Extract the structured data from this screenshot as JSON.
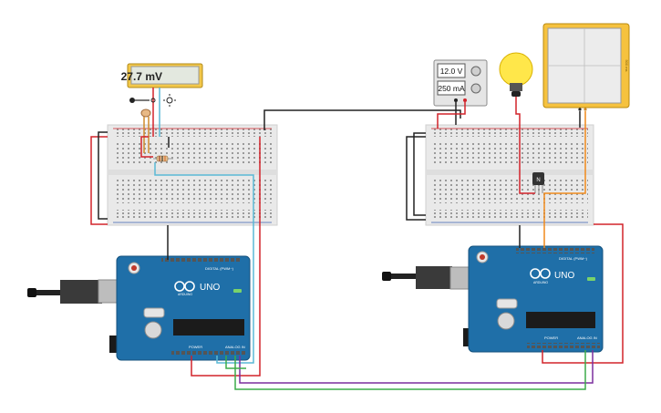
{
  "multimeter": {
    "reading": "27.7 mV"
  },
  "power_supply": {
    "voltage": "12.0 V",
    "current": "250 mA"
  },
  "arduino_left": {
    "brand": "ARDUINO",
    "model": "UNO",
    "digital_label": "DIGITAL (PWM~)",
    "power_label": "POWER",
    "analog_label": "ANALOG IN"
  },
  "arduino_right": {
    "brand": "ARDUINO",
    "model": "UNO",
    "digital_label": "DIGITAL (PWM~)",
    "power_label": "POWER",
    "analog_label": "ANALOG IN"
  },
  "transistor": {
    "label": "N"
  },
  "oscilloscope": {
    "side_label": "500 ms"
  },
  "colors": {
    "board": "#1f6fa8",
    "breadboard": "#e9e9e9",
    "wire_red": "#d2232a",
    "wire_black": "#222222",
    "wire_green": "#3cab4a",
    "wire_purple": "#7b2f9e",
    "wire_cyan": "#5ab9d6",
    "wire_orange": "#f08a1c",
    "bulb": "#ffe74a",
    "scope_frame": "#f6c23e"
  },
  "icons": [
    "sun-icon",
    "arduino-logo-icon",
    "temperature-sensor-icon"
  ]
}
